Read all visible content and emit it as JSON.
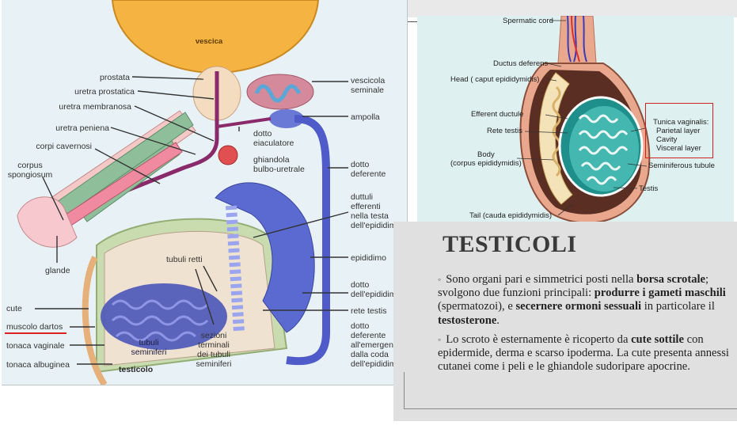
{
  "left_diagram": {
    "labels": {
      "vescica": "vescica",
      "prostata": "prostata",
      "uretra_prostatica": "uretra prostatica",
      "uretra_membranosa": "uretra membranosa",
      "uretra_peniena": "uretra peniena",
      "corpi_cavernosi": "corpi cavernosi",
      "corpus_spongiosum": "corpus\nspongiosum",
      "glande": "glande",
      "cute": "cute",
      "muscolo_dartos": "muscolo dartos",
      "tonaca_vaginale": "tonaca vaginale",
      "tonaca_albuginea": "tonaca albuginea",
      "testicolo": "testicolo",
      "tubuli_seminiferi": "tubuli\nseminiferi",
      "tubuli_retti": "tubuli retti",
      "sezioni_terminali": "sezioni\nterminali\ndei tubuli\nseminiferi",
      "vescicola_seminale": "vescicola\nseminale",
      "ampolla": "ampolla",
      "dotto_eiaculatore": "dotto\neiaculatore",
      "ghiandola_bulbo_uretrale": "ghiandola\nbulbo-uretrale",
      "dotto_deferente": "dotto\ndeferente",
      "duttuli_efferenti": "duttuli\nefferenti\nnella testa\ndell'epididimo",
      "epididimo": "epididimo",
      "dotto_epididimo": "dotto\ndell'epididimo",
      "rete_testis": "rete testis",
      "dotto_deferente_emergenza": "dotto\ndeferente\nall'emergenza\ndalla coda\ndell'epididimo"
    },
    "colors": {
      "background": "#e8f1f5",
      "bladder": "#f5b342",
      "underline": "#dd2222"
    }
  },
  "right_diagram": {
    "labels": {
      "spermatic_cord": "Spermatic cord",
      "ductus_deferens": "Ductus deferens",
      "head": "Head ( caput epididymidis)",
      "efferent_ductule": "Efferent ductule",
      "rete_testis": "Rete testis",
      "body": "Body\n(corpus epididymidis)",
      "tail": "Tail (cauda epididymidis)",
      "tunica_vaginalis": "Tunica vaginalis:",
      "parietal_layer": "Parietal layer",
      "cavity": "Cavity",
      "visceral_layer": "Visceral layer",
      "seminiferous_tubule": "Seminiferous tubule",
      "testis": "Testis"
    }
  },
  "panel": {
    "title": "TESTICOLI",
    "p1": {
      "t1": "Sono organi pari e simmetrici posti nella ",
      "b1": "borsa scrotale",
      "t2": "; svolgono due funzioni principali: ",
      "b2": "produrre i gameti maschili",
      "t3": " (spermatozoi), e ",
      "b3": "secernere ormoni sessuali",
      "t4": " in particolare il ",
      "b4": "testosterone",
      "t5": "."
    },
    "p2": {
      "t1": "Lo scroto è esternamente è ricoperto da ",
      "b1": "cute sottile",
      "t2": " con epidermide, derma e scarso ipoderma. La cute presenta annessi cutanei come i peli e le ghiandole sudoripare apocrine."
    },
    "bullet": "◦"
  }
}
